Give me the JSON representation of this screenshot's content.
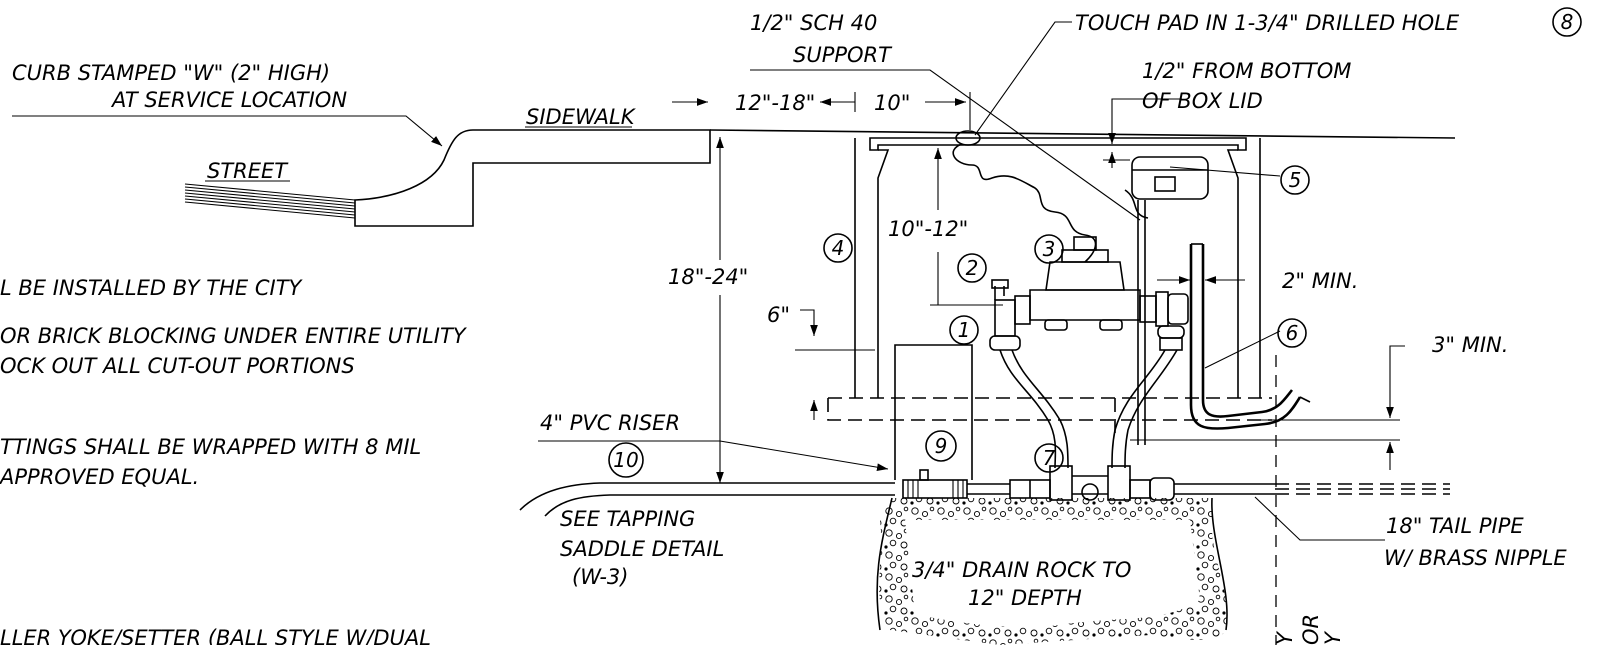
{
  "labels": {
    "curb_line1": "CURB STAMPED \"W\" (2\" HIGH)",
    "curb_line2": "AT SERVICE LOCATION",
    "street": "STREET",
    "sidewalk": "SIDEWALK",
    "support_line1": "1/2\" SCH 40",
    "support_line2": "SUPPORT",
    "touch_pad": "TOUCH PAD IN 1-3/4\" DRILLED HOLE",
    "from_bottom_line1": "1/2\" FROM BOTTOM",
    "from_bottom_line2": "OF BOX LID",
    "dim_12_18": "12\"-18\"",
    "dim_10": "10\"",
    "dim_10_12": "10\"-12\"",
    "dim_18_24": "18\"-24\"",
    "dim_6": "6\"",
    "dim_2_min": "2\" MIN.",
    "dim_3_min": "3\" MIN.",
    "pvc_riser": "4\" PVC RISER",
    "tapping_line1": "SEE TAPPING",
    "tapping_line2": "SADDLE DETAIL",
    "tapping_line3": "(W-3)",
    "drain_rock_line1": "3/4\" DRAIN ROCK TO",
    "drain_rock_line2": "12\" DEPTH",
    "tail_pipe_line1": "18\" TAIL PIPE",
    "tail_pipe_line2": "W/ BRASS NIPPLE",
    "note_city": "L BE INSTALLED BY THE CITY",
    "note_brick_line1": "OR BRICK BLOCKING UNDER ENTIRE UTILITY",
    "note_brick_line2": "OCK OUT ALL CUT-OUT PORTIONS",
    "note_wrap_line1": "TTINGS SHALL BE WRAPPED WITH 8 MIL",
    "note_wrap_line2": "APPROVED EQUAL.",
    "note_yoke": "LLER YOKE/SETTER (BALL STYLE W/DUAL",
    "edge_text_1": "Y",
    "edge_text_2": "OR",
    "edge_text_3": "Y"
  },
  "callouts": {
    "c1": "1",
    "c2": "2",
    "c3": "3",
    "c4": "4",
    "c5": "5",
    "c6": "6",
    "c7": "7",
    "c8": "8",
    "c9": "9",
    "c10": "10"
  }
}
